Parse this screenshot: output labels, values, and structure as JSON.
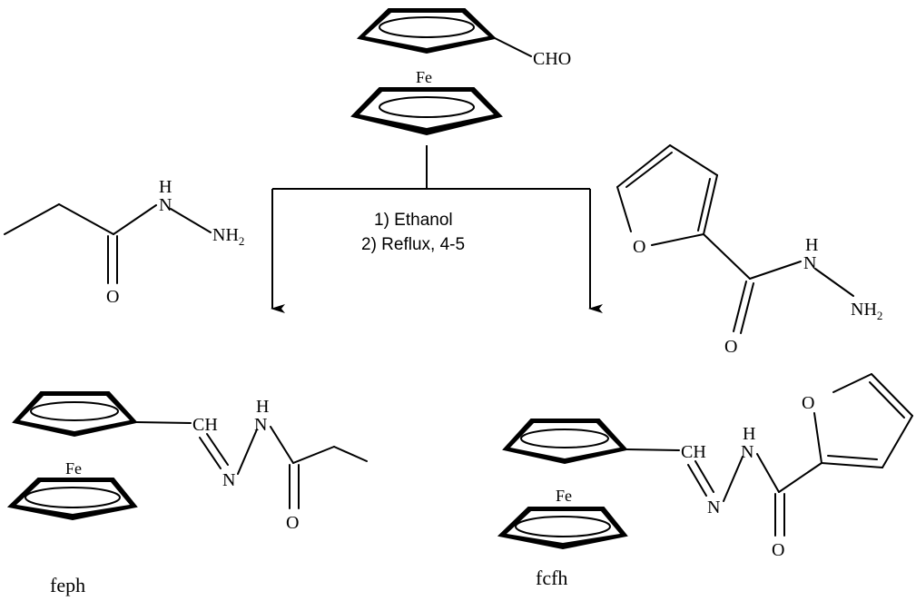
{
  "reactant": {
    "aldehyde_label": "CHO",
    "fe_label": "Fe"
  },
  "left_reagent": {
    "nh_label": "H",
    "n_label": "N",
    "nh2_label": "NH",
    "nh2_sub": "2",
    "o_label": "O"
  },
  "right_reagent": {
    "ring_o_label": "O",
    "nh_label": "H",
    "n_label": "N",
    "nh2_label": "NH",
    "nh2_sub": "2",
    "o_label": "O"
  },
  "conditions": {
    "step1": "1) Ethanol",
    "step2": "2) Reflux, 4-5"
  },
  "product_left": {
    "fe_label": "Fe",
    "ch_label": "CH",
    "n_label": "N",
    "nh_label": "H",
    "n2_label": "N",
    "o_label": "O",
    "name": "feph"
  },
  "product_right": {
    "fe_label": "Fe",
    "ch_label": "CH",
    "n_label": "N",
    "nh_label": "H",
    "n2_label": "N",
    "o_label": "O",
    "ring_o_label": "O",
    "name": "fcfh"
  }
}
